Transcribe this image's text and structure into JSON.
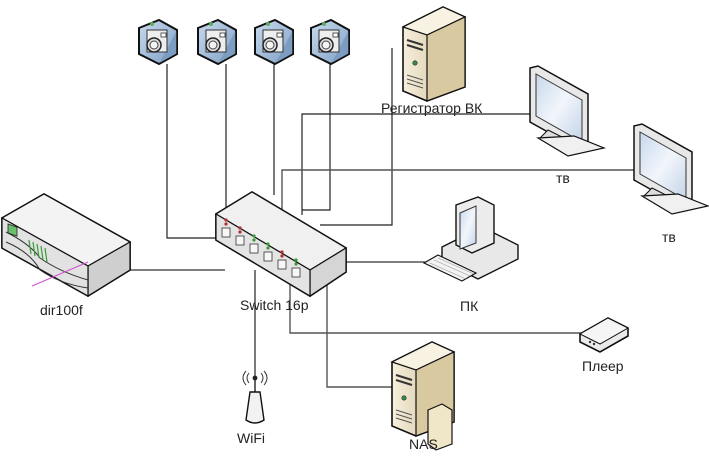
{
  "diagram": {
    "title": "",
    "nodes": {
      "cameras": [
        {
          "id": "camera-1",
          "label": ""
        },
        {
          "id": "camera-2",
          "label": ""
        },
        {
          "id": "camera-3",
          "label": ""
        },
        {
          "id": "camera-4",
          "label": ""
        }
      ],
      "dvr": {
        "label": "Регистратор ВК"
      },
      "tv1": {
        "label": "тв"
      },
      "tv2": {
        "label": "тв"
      },
      "router": {
        "label": "dir100f"
      },
      "switch": {
        "label": "Switch 16p"
      },
      "pc": {
        "label": "ПК"
      },
      "player": {
        "label": "Плеер"
      },
      "nas": {
        "label": "NAS"
      },
      "wifi": {
        "label": "WiFi"
      }
    },
    "edges": [
      {
        "from": "camera-1",
        "to": "switch"
      },
      {
        "from": "camera-2",
        "to": "switch"
      },
      {
        "from": "camera-3",
        "to": "switch"
      },
      {
        "from": "camera-4",
        "to": "switch"
      },
      {
        "from": "dvr",
        "to": "switch"
      },
      {
        "from": "tv1",
        "to": "switch"
      },
      {
        "from": "tv2",
        "to": "switch"
      },
      {
        "from": "router",
        "to": "switch"
      },
      {
        "from": "pc",
        "to": "switch"
      },
      {
        "from": "player",
        "to": "switch"
      },
      {
        "from": "nas",
        "to": "switch"
      },
      {
        "from": "wifi",
        "to": "switch"
      }
    ],
    "colors": {
      "camera_body": "#a9c3e0",
      "server_body": "#ede3c8",
      "device_body": "#e6e6e6",
      "screen": "#dde8f5",
      "led_red": "#b03030",
      "led_green": "#3a9a3a",
      "router_green": "#3a9a3a",
      "router_magenta": "#d050d0"
    }
  }
}
